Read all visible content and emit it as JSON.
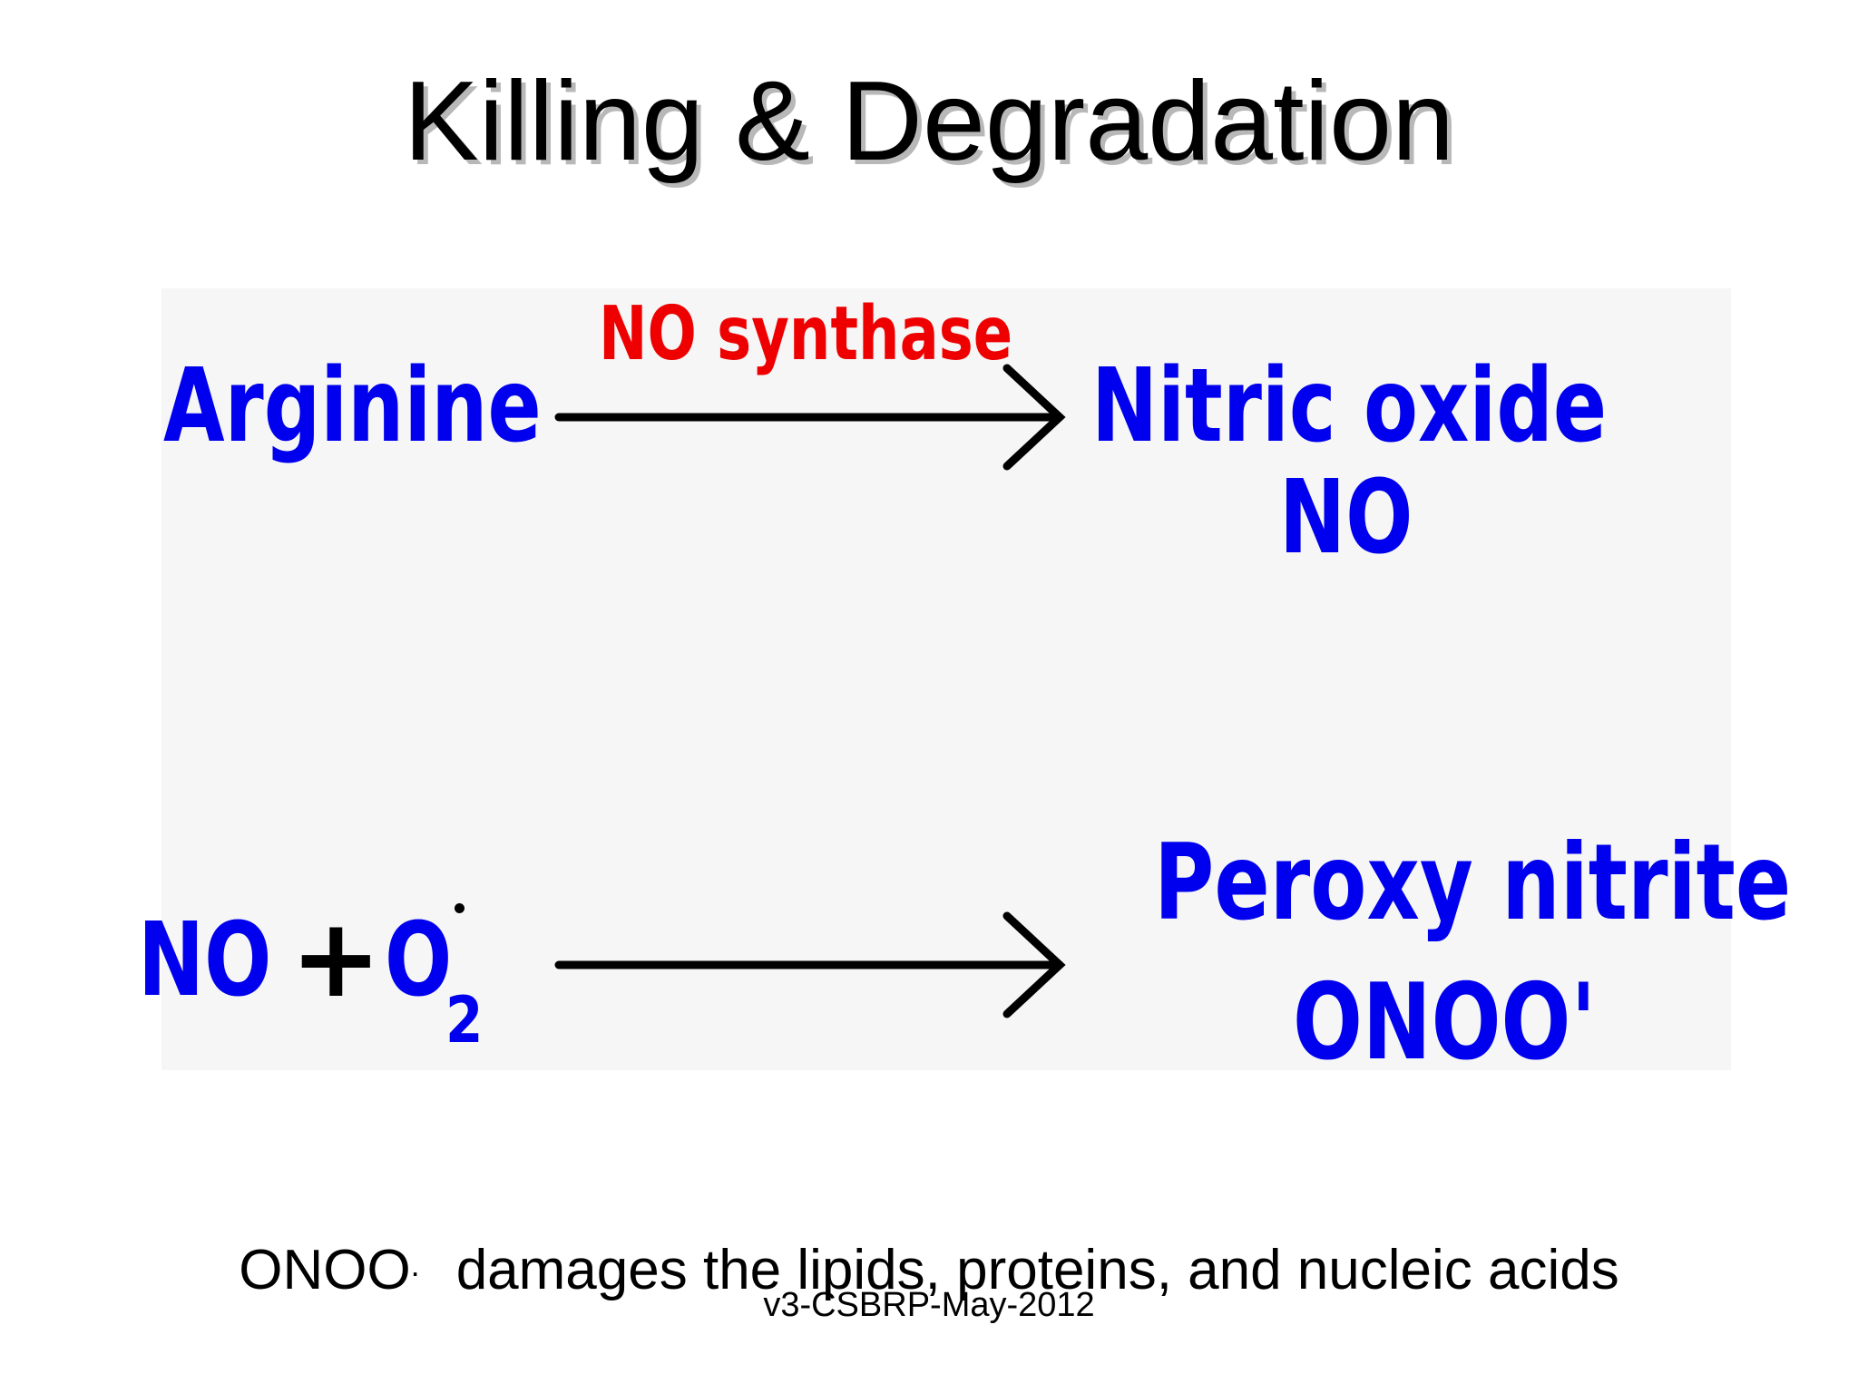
{
  "slide": {
    "title": "Killing & Degradation",
    "reaction1": {
      "reactant": "Arginine",
      "enzyme": "NO synthase",
      "product_name": "Nitric oxide",
      "product_formula": "NO"
    },
    "reaction2": {
      "reactant_a": "NO",
      "plus": "+",
      "reactant_b": "O",
      "reactant_b_subscript": "2",
      "product_name": "Peroxy nitrite",
      "product_formula": "ONOO'"
    },
    "caption": {
      "species": "ONOO",
      "superscript": ".",
      "text": "damages the lipids, proteins, and nucleic acids"
    },
    "footer": "v3-CSBRP-May-2012"
  },
  "colors": {
    "chemical": "#0000ee",
    "enzyme": "#ee0000",
    "title": "#000000",
    "title_shadow": "#b8b8b8"
  }
}
